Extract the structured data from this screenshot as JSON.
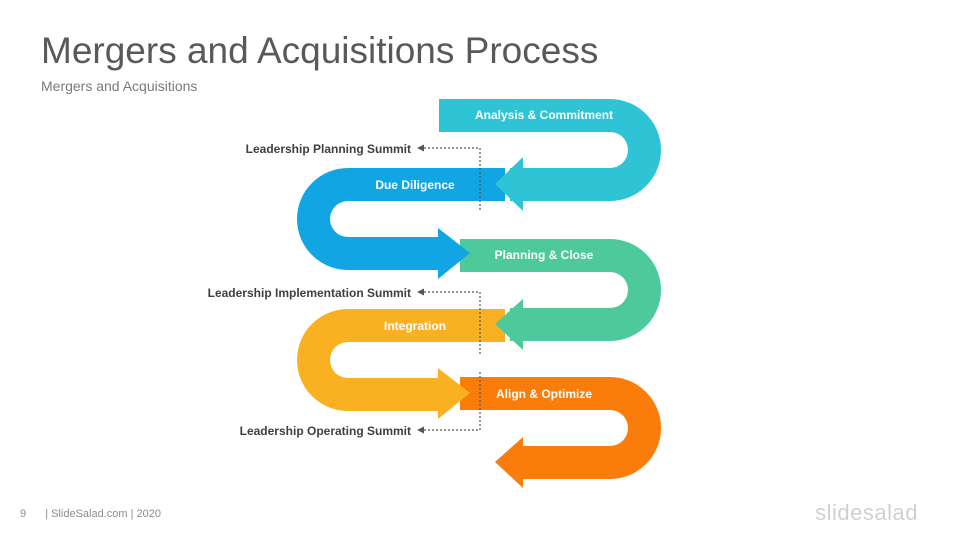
{
  "header": {
    "title": "Mergers and Acquisitions Process",
    "subtitle": "Mergers and Acquisitions"
  },
  "steps": [
    {
      "label": "Analysis & Commitment",
      "color": "#2ec4d6"
    },
    {
      "label": "Due Diligence",
      "color": "#12a5e4"
    },
    {
      "label": "Planning & Close",
      "color": "#4ec99b"
    },
    {
      "label": "Integration",
      "color": "#f9b122"
    },
    {
      "label": "Align & Optimize",
      "color": "#fa7d0b"
    }
  ],
  "summits": [
    {
      "label": "Leadership Planning Summit"
    },
    {
      "label": "Leadership Implementation Summit"
    },
    {
      "label": "Leadership Operating Summit"
    }
  ],
  "footer": {
    "page_number": "9",
    "credit": "| SlideSalad.com | 2020",
    "logo": "slidesalad"
  },
  "icons": [
    "arrow-left-icon",
    "arrow-right-icon",
    "dotted-connector-icon"
  ]
}
